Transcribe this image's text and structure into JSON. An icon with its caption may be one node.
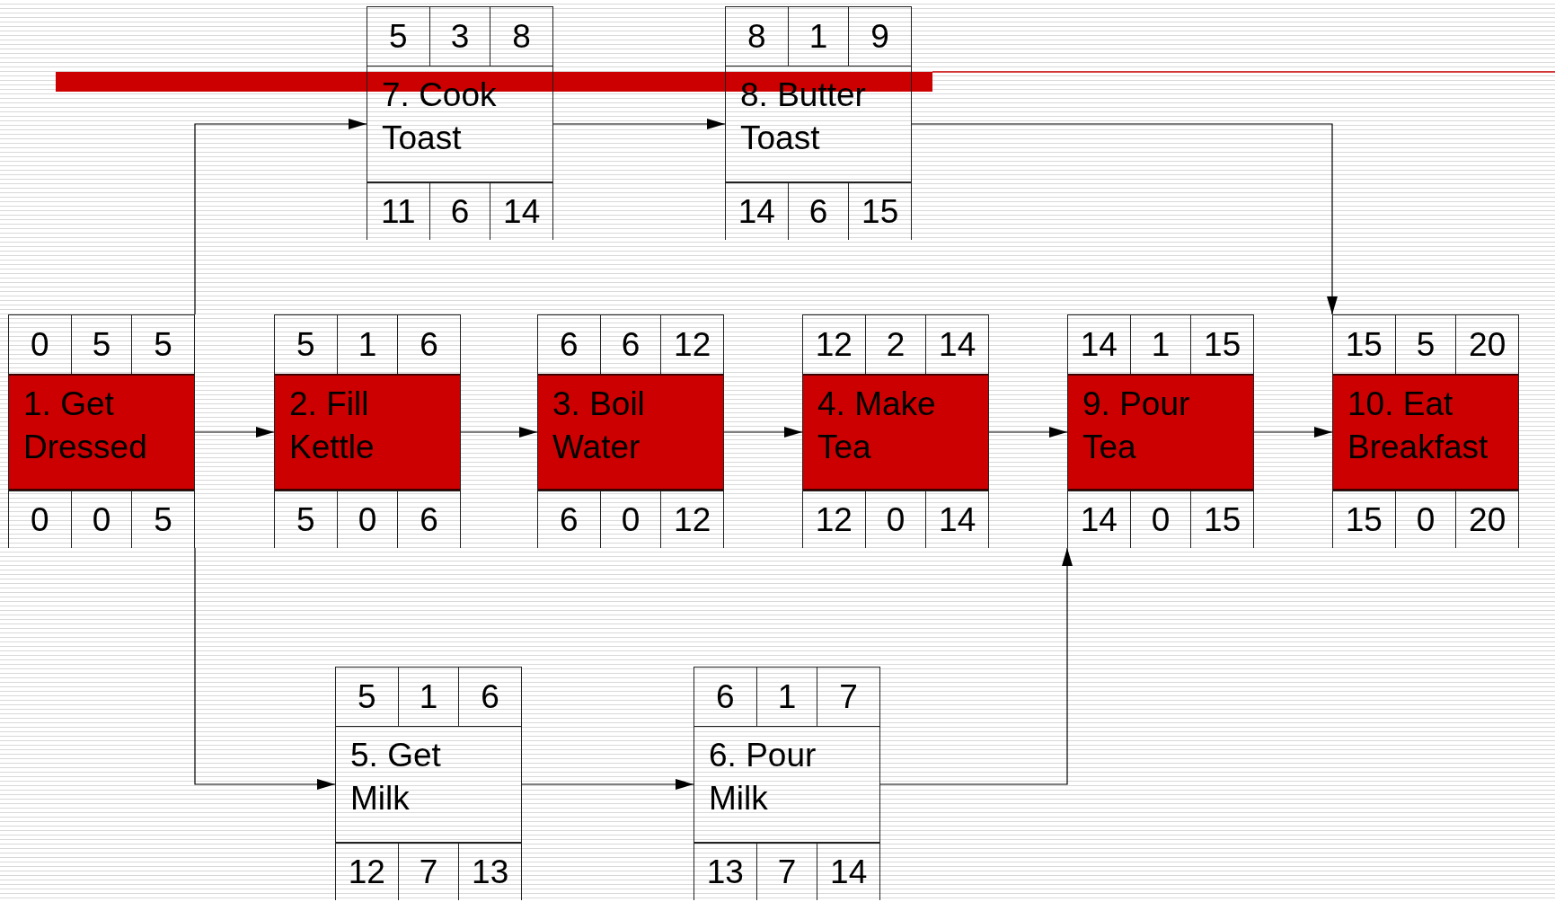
{
  "diagram": {
    "nodes": [
      {
        "text": [
          "0",
          "5",
          "5",
          "1. Get Dressed",
          "0",
          "0",
          "5"
        ]
      },
      {
        "text": [
          "5",
          "1",
          "6",
          "2. Fill Kettle",
          "5",
          "0",
          "6"
        ]
      },
      {
        "text": [
          "6",
          "6",
          "12",
          "3. Boil Water",
          "6",
          "0",
          "12"
        ]
      },
      {
        "text": [
          "12",
          "2",
          "14",
          "4. Make Tea",
          "12",
          "0",
          "14"
        ]
      },
      {
        "text": [
          "5",
          "1",
          "6",
          "5. Get Milk",
          "12",
          "7",
          "13"
        ]
      },
      {
        "text": [
          "6",
          "1",
          "7",
          "6. Pour Milk",
          "13",
          "7",
          "14"
        ]
      },
      {
        "text": [
          "5",
          "3",
          "8",
          "7. Cook Toast",
          "11",
          "6",
          "14"
        ]
      },
      {
        "text": [
          "8",
          "1",
          "9",
          "8. Butter Toast",
          "14",
          "6",
          "15"
        ]
      },
      {
        "text": [
          "14",
          "1",
          "15",
          "9. Pour Tea",
          "14",
          "0",
          "15"
        ]
      },
      {
        "text": [
          "15",
          "5",
          "20",
          "10. Eat Breakfast",
          "15",
          "0",
          "20"
        ]
      }
    ],
    "edges": [
      {
        "from": 0,
        "to": 1,
        "arrow": "to"
      },
      {
        "from": 1,
        "to": 2,
        "arrow": "to"
      },
      {
        "from": 2,
        "to": 3,
        "arrow": "to"
      },
      {
        "from": 3,
        "to": 8,
        "arrow": "to"
      },
      {
        "from": 8,
        "to": 9,
        "arrow": "to"
      },
      {
        "from": 0,
        "to": 6,
        "arrow": "to"
      },
      {
        "from": 6,
        "to": 7,
        "arrow": "to"
      },
      {
        "from": 7,
        "to": 9,
        "arrow": "to"
      },
      {
        "from": 0,
        "to": 4,
        "arrow": "to"
      },
      {
        "from": 4,
        "to": 5,
        "arrow": "to"
      },
      {
        "from": 5,
        "to": 8,
        "arrow": "to"
      }
    ]
  }
}
